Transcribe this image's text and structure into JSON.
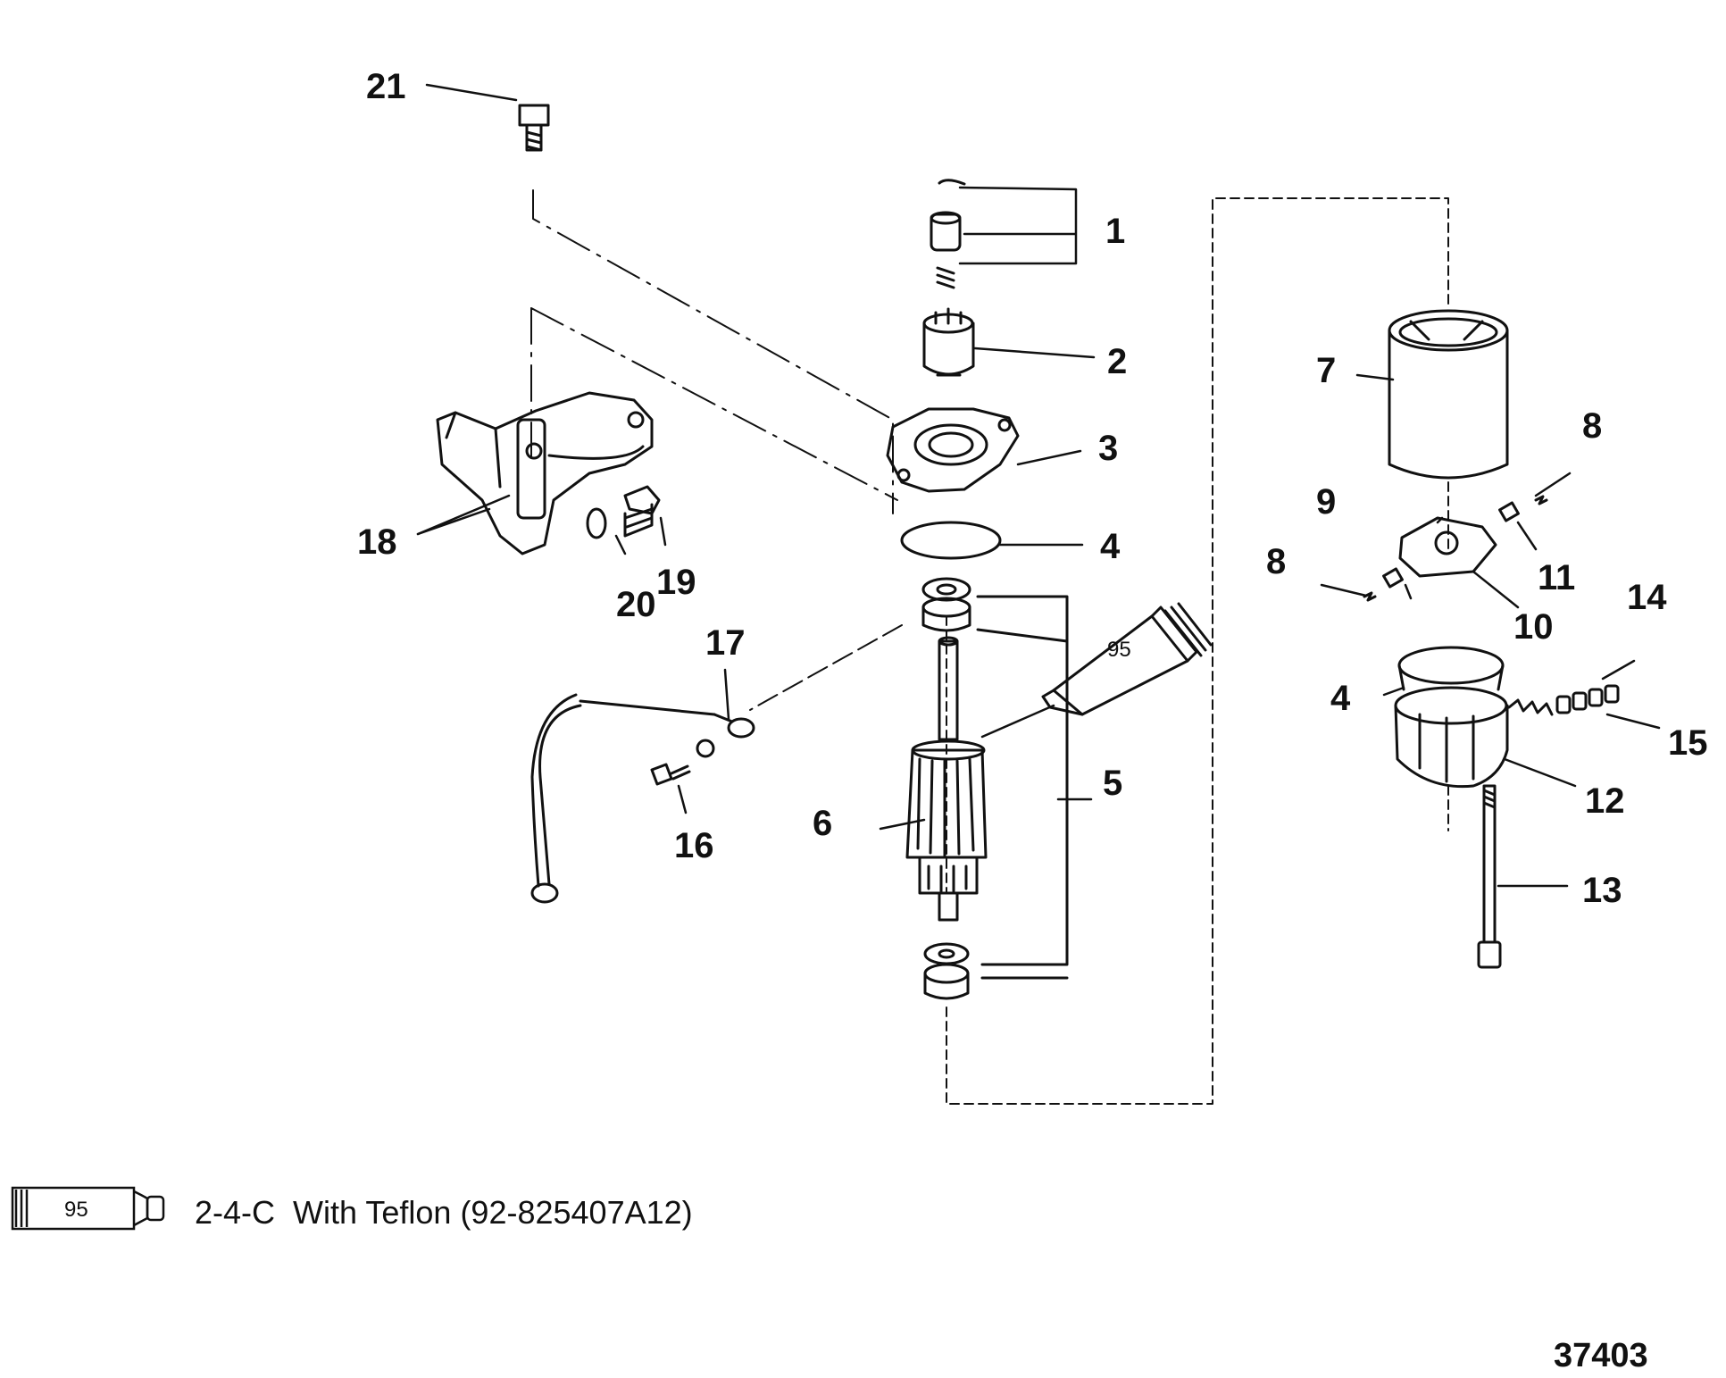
{
  "diagram": {
    "callouts": [
      "1",
      "2",
      "3",
      "4",
      "4",
      "5",
      "6",
      "7",
      "8",
      "8",
      "9",
      "10",
      "11",
      "12",
      "13",
      "14",
      "15",
      "16",
      "17",
      "18",
      "19",
      "20",
      "21"
    ],
    "tube_label": "95",
    "legend": {
      "tube_number": "95",
      "text": "2-4-C  With Teflon (92-825407A12)"
    },
    "figure_number": "37403"
  }
}
